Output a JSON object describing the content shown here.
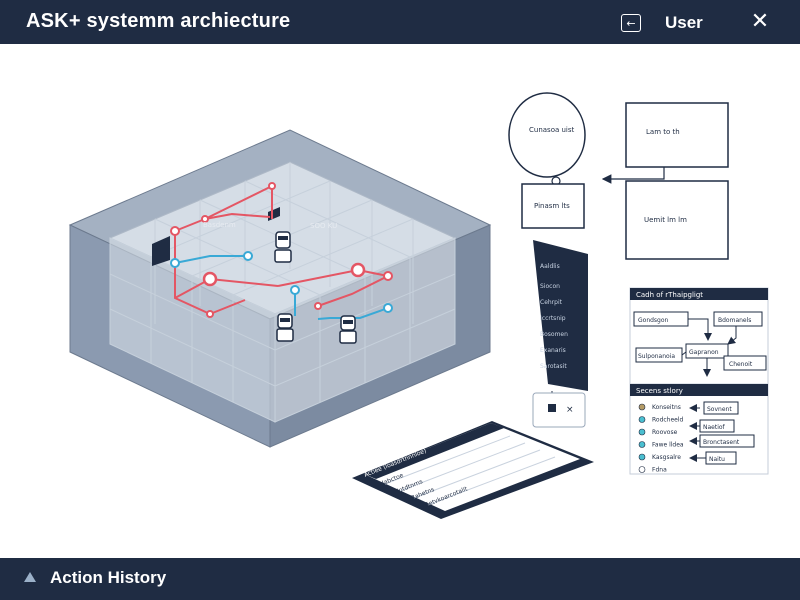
{
  "header": {
    "title": "ASK+ systemm archiecture",
    "user_label": "User",
    "user_icon": "login-icon",
    "close_icon": "close-icon"
  },
  "footer": {
    "label": "Action History",
    "icon": "caret-up-icon"
  },
  "diagram": {
    "labels": {
      "bubble_a": "Cunasoa uist",
      "bubble_b": "Lam to th",
      "box_c": "Pinasm lts",
      "box_d": "Uemit lm lm",
      "node1": "Basdenm",
      "node2": "SOO KU"
    },
    "flow_panel": {
      "title": "Cadh of rThaipgligt",
      "nodes": [
        "Gondsgon",
        "Bdomanels",
        "Sulponanoia",
        "Gapranon",
        "Chenoit"
      ]
    },
    "history_panel": {
      "title": "Secens stlory",
      "items": [
        "Konseitns",
        "Rodcheeld",
        "Roovose",
        "Fawe lldea",
        "Kasgsalre",
        "Fdna"
      ],
      "item_colors": [
        "#b49b66",
        "#4bbfd0",
        "#4bbfd0",
        "#4bbfd0",
        "#4bbfd0",
        "#ffffff"
      ],
      "boxes": [
        "Sovnent",
        "Naetiof",
        "Bronctasent",
        "Naitu"
      ]
    },
    "side_panel": {
      "title": "Aaldlis",
      "rows": [
        "Siocon",
        "Cehrpit",
        "Iccrtsnip",
        "Bosomen",
        "Exanaris",
        "Sarotasit"
      ]
    },
    "action_panel": {
      "title": "Actiee (loasdrtnnnloe)",
      "rows": [
        "Iabctoe",
        "Iotdtnrns",
        "Rahetns",
        "Setvkoarcotalit"
      ]
    },
    "colors": {
      "accent_red": "#e45664",
      "accent_blue": "#39a9d6",
      "dark": "#1f2c43"
    }
  }
}
